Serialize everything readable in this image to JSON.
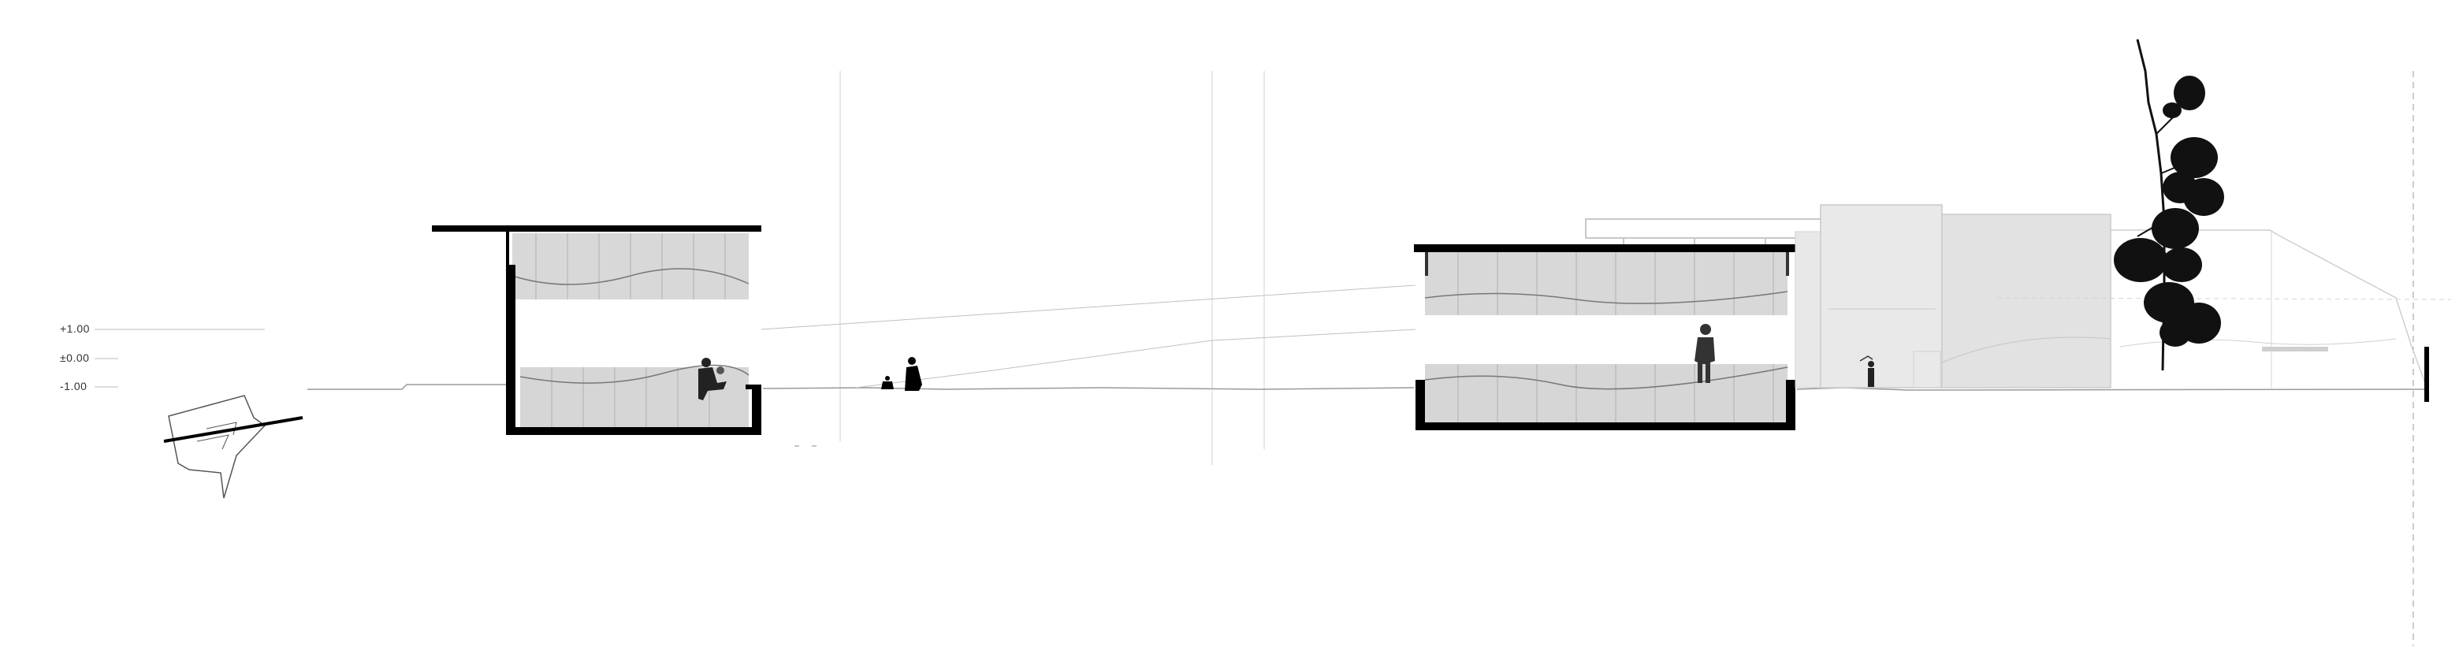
{
  "section": {
    "levels": [
      {
        "label": "+1.00"
      },
      {
        "label": "±0.00"
      },
      {
        "label": "-1.00"
      }
    ]
  },
  "colors": {
    "ink": "#000000",
    "construction_line": "#b8b8b8",
    "infill_grey": "#d6d6d6",
    "panel_grey": "#e6e6e6",
    "background": "#ffffff"
  },
  "icons": {
    "site_plan": "site-plan-keymap-icon",
    "tree": "tree-silhouette-icon",
    "people": "person-silhouette-icon"
  }
}
